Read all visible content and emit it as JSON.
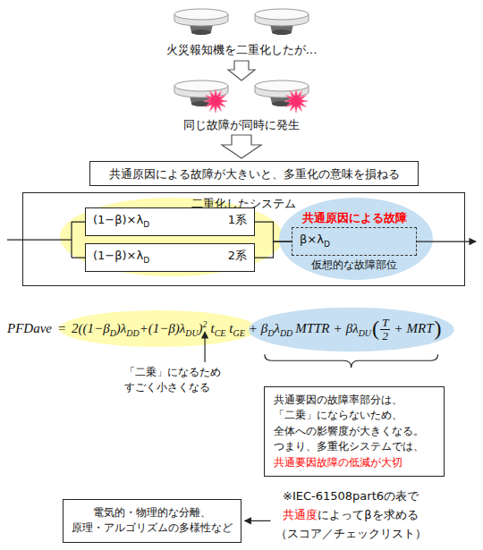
{
  "diagram": {
    "nodes": [
      {
        "text": [
          "共通原因による故障が大きいと、多重化の意味を損ねる"
        ]
      },
      {
        "text": [
          "二重化したシステム"
        ]
      },
      {
        "text": [
          "(1−β)×λ",
          "D",
          "1系"
        ],
        "in": 1
      },
      {
        "text": [
          "(1−β)×λ",
          "D",
          "2系"
        ],
        "in": 1
      },
      {
        "text": [
          "共通原因による故障",
          "β×λ",
          "D",
          "仮想的な故障部位"
        ],
        "in": 1
      },
      {
        "text": [
          "共通要因の故障率部分は、 「二乗」にならないため、 全体への影響度が大きくなる。 つまり、多重化システムでは、",
          "共通要因故障の低減が大切"
        ]
      },
      {
        "text": [
          "電気的・物理的な分離、 原理・アルゴリズムの多様性など"
        ]
      }
    ],
    "edges": [
      {
        "from": 2,
        "to": 4,
        "arrow": "none"
      },
      {
        "from": 3,
        "to": 4,
        "arrow": "none"
      }
    ],
    "labels": [
      "火災報知機を二重化したが…",
      "同じ故障が同時に発生",
      "PFDave",
      "=",
      "2((1−",
      "β",
      "D",
      ")λ",
      "DD",
      "+(1−β)λ",
      "DU",
      ")",
      "2",
      "t",
      "CE",
      "t",
      "GE",
      "+",
      "β",
      "D",
      "λ",
      "DD",
      "MTTR",
      "+",
      "βλ",
      "DU",
      "(",
      "T",
      "2",
      "+",
      "MRT",
      ")",
      "「二乗」になるため すごく小さくなる",
      "※IEC-61508part6の表で",
      "共通度",
      "によってβを求める",
      "（スコア／チェックリスト）"
    ]
  }
}
